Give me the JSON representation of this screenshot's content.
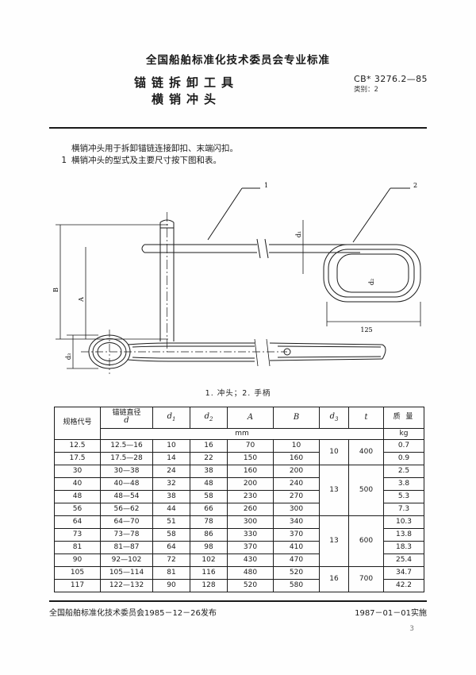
{
  "document": {
    "organization_line": "全国船舶标准化技术委员会专业标准",
    "title_main": "锚链拆卸工具",
    "title_sub": "横销冲头",
    "standard_number": "CB* 3276.2—85",
    "category_label": "类别：2",
    "page_number": "3"
  },
  "intro": {
    "line1": "横销冲头用于拆卸锚链连接卸扣、末端闪扣。",
    "clause_number": "1",
    "line2": "横销冲头的型式及主要尺寸按下图和表。"
  },
  "figure": {
    "caption": "1. 冲头；2. 手柄",
    "callout_1": "1",
    "callout_2": "2",
    "dim_A": "A",
    "dim_B": "B",
    "dim_d2": "d₂",
    "dim_d3": "d₃",
    "dim_d1": "d₁",
    "dim_125": "125"
  },
  "table": {
    "headers": {
      "code": "规格代号",
      "chain_dia_l1": "锚链直径",
      "chain_dia_l2": "d",
      "d1": "d",
      "d1_sub": "1",
      "d2": "d",
      "d2_sub": "2",
      "A": "A",
      "B": "B",
      "d3": "d",
      "d3_sub": "3",
      "t": "t",
      "mass": "质  量",
      "unit_mm": "mm",
      "unit_kg": "kg"
    },
    "rows": [
      {
        "code": "12.5",
        "chain_dia": "12.5—16",
        "d1": "10",
        "d2": "16",
        "A": "70",
        "B": "10",
        "d3": "10",
        "t": "400",
        "mass": "0.7"
      },
      {
        "code": "17.5",
        "chain_dia": "17.5—28",
        "d1": "14",
        "d2": "22",
        "A": "150",
        "B": "160",
        "d3": "",
        "t": "",
        "mass": "0.9"
      },
      {
        "code": "30",
        "chain_dia": "30—38",
        "d1": "24",
        "d2": "38",
        "A": "160",
        "B": "200",
        "d3": "13",
        "t": "500",
        "mass": "2.5"
      },
      {
        "code": "40",
        "chain_dia": "40—48",
        "d1": "32",
        "d2": "48",
        "A": "200",
        "B": "240",
        "d3": "",
        "t": "",
        "mass": "3.8"
      },
      {
        "code": "48",
        "chain_dia": "48—54",
        "d1": "38",
        "d2": "58",
        "A": "230",
        "B": "270",
        "d3": "",
        "t": "",
        "mass": "5.3"
      },
      {
        "code": "56",
        "chain_dia": "56—62",
        "d1": "44",
        "d2": "66",
        "A": "260",
        "B": "300",
        "d3": "",
        "t": "",
        "mass": "7.3"
      },
      {
        "code": "64",
        "chain_dia": "64—70",
        "d1": "51",
        "d2": "78",
        "A": "300",
        "B": "340",
        "d3": "13",
        "t": "600",
        "mass": "10.3"
      },
      {
        "code": "73",
        "chain_dia": "73—78",
        "d1": "58",
        "d2": "86",
        "A": "330",
        "B": "370",
        "d3": "",
        "t": "",
        "mass": "13.8"
      },
      {
        "code": "81",
        "chain_dia": "81—87",
        "d1": "64",
        "d2": "98",
        "A": "370",
        "B": "410",
        "d3": "",
        "t": "",
        "mass": "18.3"
      },
      {
        "code": "90",
        "chain_dia": "92—102",
        "d1": "72",
        "d2": "102",
        "A": "430",
        "B": "470",
        "d3": "",
        "t": "",
        "mass": "25.4"
      },
      {
        "code": "105",
        "chain_dia": "105—114",
        "d1": "81",
        "d2": "116",
        "A": "480",
        "B": "520",
        "d3": "16",
        "t": "700",
        "mass": "34.7"
      },
      {
        "code": "117",
        "chain_dia": "122—132",
        "d1": "90",
        "d2": "128",
        "A": "520",
        "B": "580",
        "d3": "",
        "t": "",
        "mass": "42.2"
      }
    ]
  },
  "footer": {
    "issuer": "全国船舶标准化技术委员会1985－12－26发布",
    "effective": "1987－01－01实施"
  }
}
